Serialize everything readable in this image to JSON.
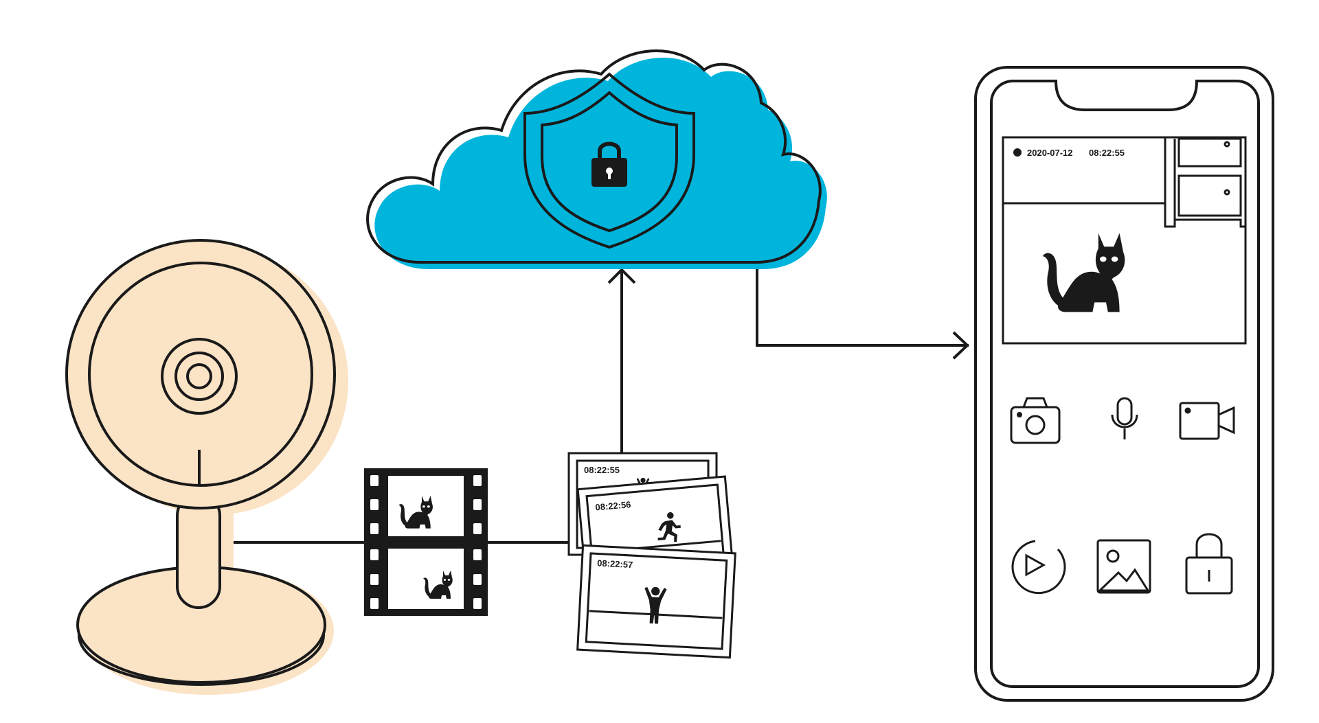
{
  "colors": {
    "stroke": "#1a1a1a",
    "cloud": "#00b5dc",
    "camera": "#fbe3c6",
    "background": "#ffffff"
  },
  "camera": {
    "icon": "security-camera-icon"
  },
  "film_strip": {
    "icon": "film-strip-icon",
    "frames": [
      "cat-icon",
      "cat-icon"
    ]
  },
  "snapshots": {
    "icon": "snapshot-photos-icon",
    "items": [
      {
        "timestamp": "08:22:55",
        "icon": "person-waving-icon"
      },
      {
        "timestamp": "08:22:56",
        "icon": "person-running-icon"
      },
      {
        "timestamp": "08:22:57",
        "icon": "person-arms-up-icon"
      }
    ]
  },
  "cloud": {
    "icon": "cloud-icon",
    "badge": "shield-lock-icon"
  },
  "phone": {
    "icon": "smartphone-icon",
    "live_view": {
      "date": "2020-07-12",
      "time": "08:22:55",
      "subject": "cat-icon"
    },
    "app_icons": [
      "camera-icon",
      "microphone-icon",
      "video-camera-icon",
      "playback-icon",
      "gallery-icon",
      "lock-icon"
    ]
  }
}
